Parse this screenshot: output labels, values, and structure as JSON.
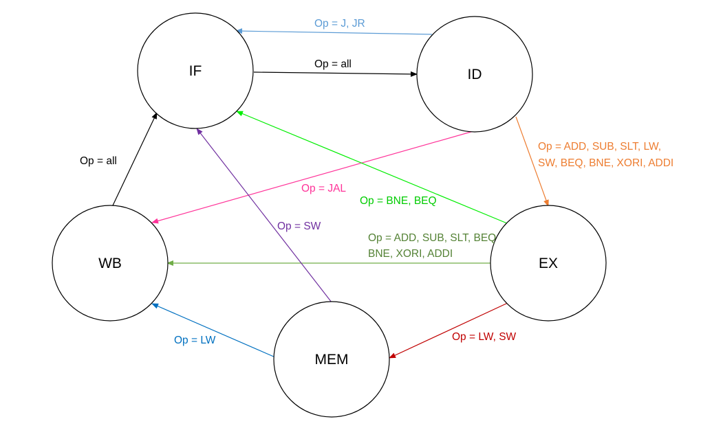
{
  "nodes": {
    "if": "IF",
    "id": "ID",
    "ex": "EX",
    "mem": "MEM",
    "wb": "WB"
  },
  "edges": {
    "id_to_if": {
      "label": "Op = J, JR",
      "color": "#5b9bd5"
    },
    "if_to_id": {
      "label": "Op = all",
      "color": "#000000"
    },
    "id_to_ex": {
      "label_line1": "Op = ADD, SUB, SLT, LW,",
      "label_line2": "SW, BEQ, BNE, XORI, ADDI",
      "color": "#ed7d31"
    },
    "id_to_wb": {
      "label": "Op = JAL",
      "color": "#ff3399"
    },
    "ex_to_if": {
      "label": "Op = BNE, BEQ",
      "color": "#00ee00"
    },
    "ex_to_wb": {
      "label_line1": "Op = ADD, SUB, SLT, BEQ",
      "label_line2": "BNE, XORI, ADDI",
      "color": "#548235"
    },
    "mem_to_if": {
      "label": "Op = SW",
      "color": "#7030a0"
    },
    "wb_to_if": {
      "label": "Op = all",
      "color": "#000000"
    },
    "ex_to_mem": {
      "label": "Op = LW, SW",
      "color": "#c00000"
    },
    "mem_to_wb": {
      "label": "Op = LW",
      "color": "#0070c0"
    }
  }
}
